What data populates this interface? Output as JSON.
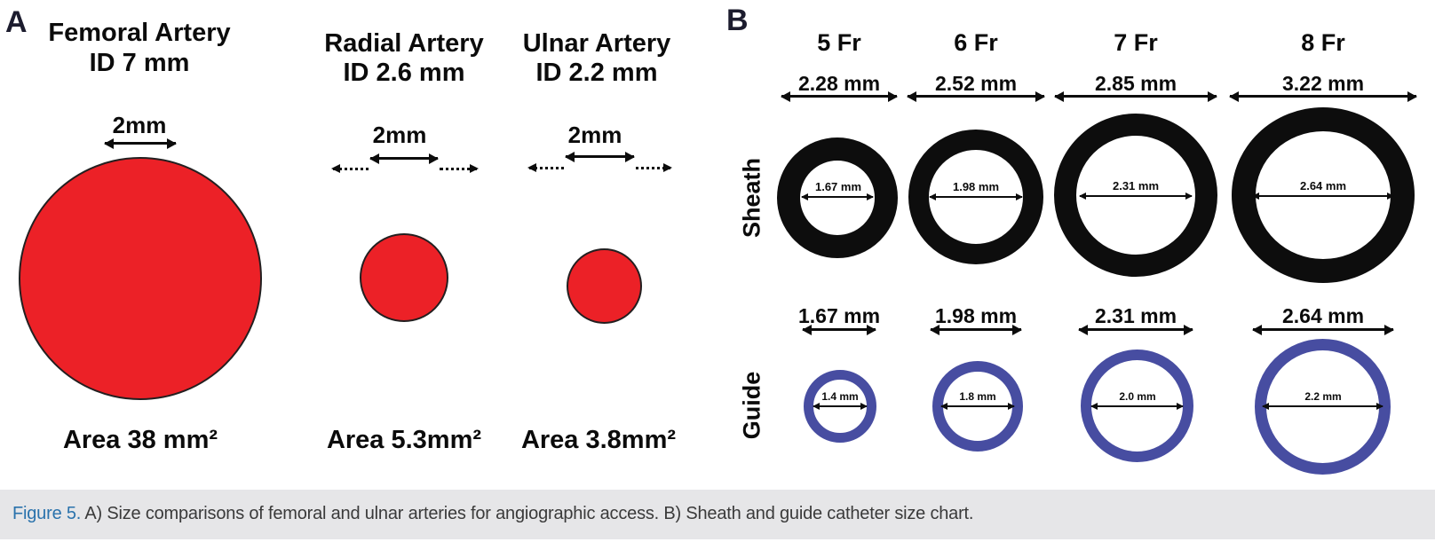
{
  "panelA": {
    "label": "A",
    "circle_color": "#ec2127",
    "arteries": [
      {
        "name_line1": "Femoral Artery",
        "name_line2": "ID 7 mm",
        "scale_label": "2mm",
        "area_label": "Area 38 mm²"
      },
      {
        "name_line1": "Radial Artery",
        "name_line2": "ID  2.6 mm",
        "scale_label": "2mm",
        "area_label": "Area 5.3mm²"
      },
      {
        "name_line1": "Ulnar Artery",
        "name_line2": "ID  2.2 mm",
        "scale_label": "2mm",
        "area_label": "Area 3.8mm²"
      }
    ]
  },
  "panelB": {
    "label": "B",
    "sheath_color": "#0d0d0d",
    "guide_color": "#474da1",
    "row_labels": {
      "sheath": "Sheath",
      "guide": "Guide"
    },
    "columns": [
      {
        "fr": "5 Fr",
        "sheath_od": "2.28 mm",
        "sheath_id": "1.67 mm",
        "guide_od": "1.67 mm",
        "guide_id": "1.4 mm"
      },
      {
        "fr": "6 Fr",
        "sheath_od": "2.52 mm",
        "sheath_id": "1.98 mm",
        "guide_od": "1.98 mm",
        "guide_id": "1.8 mm"
      },
      {
        "fr": "7 Fr",
        "sheath_od": "2.85 mm",
        "sheath_id": "2.31 mm",
        "guide_od": "2.31 mm",
        "guide_id": "2.0 mm"
      },
      {
        "fr": "8 Fr",
        "sheath_od": "3.22 mm",
        "sheath_id": "2.64 mm",
        "guide_od": "2.64 mm",
        "guide_id": "2.2 mm"
      }
    ]
  },
  "caption": {
    "figure_label": "Figure 5.",
    "text": " A) Size comparisons of femoral and ulnar arteries for angiographic access. B) Sheath and guide catheter size chart."
  }
}
